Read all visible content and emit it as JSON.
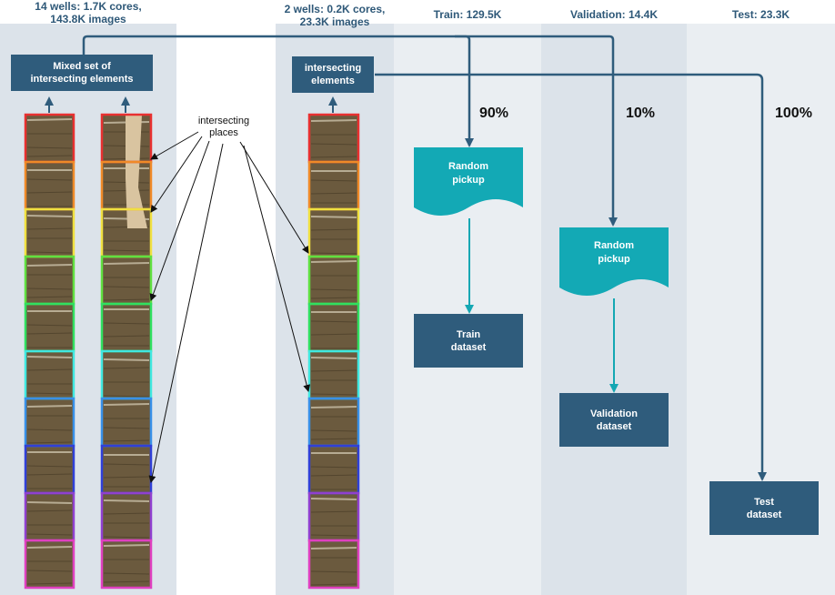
{
  "colors": {
    "panel_dark": "#dce3ea",
    "panel_light": "#eaeef2",
    "header_text": "#2e5878",
    "box_fill": "#2f5c7c",
    "pickup_fill": "#13a9b5",
    "pickup_arrow": "#14a7b3",
    "flow_arrow": "#2f5c7c",
    "core_fill": "#6b5a3e",
    "segment_colors": [
      "#e83030",
      "#f08a28",
      "#f0e040",
      "#60e040",
      "#30e060",
      "#40e8e0",
      "#3890e8",
      "#3040d8",
      "#9040d0",
      "#e040c0"
    ]
  },
  "headers": {
    "left": "14 wells: 1.7K cores,\n143.8K images",
    "middle": "2 wells: 0.2K cores,\n23.3K images",
    "train": "Train: 129.5K",
    "validation": "Validation: 14.4K",
    "test": "Test: 23.3K"
  },
  "boxes": {
    "mixed": "Mixed set  of\nintersecting elements",
    "intersecting": "intersecting\nelements",
    "train_dataset": "Train\ndataset",
    "validation_dataset": "Validation\ndataset",
    "test_dataset": "Test\ndataset"
  },
  "percentages": {
    "train": "90%",
    "validation": "10%",
    "test": "100%"
  },
  "pickup": {
    "train": "Random\npickup",
    "validation": "Random\npickup"
  },
  "annotation": "intersecting\nplaces"
}
